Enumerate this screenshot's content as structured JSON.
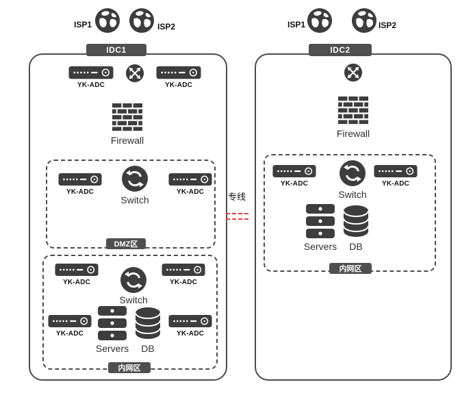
{
  "idc1": {
    "title": "IDC1",
    "isp1_label": "ISP1",
    "isp2_label": "ISP2",
    "top_adc_left_label": "YK-ADC",
    "top_adc_right_label": "YK-ADC",
    "firewall_label": "Firewall",
    "dmz": {
      "zone_label": "DMZ区",
      "adc_left_label": "YK-ADC",
      "switch_label": "Switch",
      "adc_right_label": "YK-ADC"
    },
    "intranet": {
      "zone_label": "内网区",
      "adc_top_left_label": "YK-ADC",
      "adc_top_right_label": "YK-ADC",
      "switch_label": "Switch",
      "servers_label": "Servers",
      "db_label": "DB",
      "adc_mid_left_label": "YK-ADC",
      "adc_mid_right_label": "YK-ADC"
    }
  },
  "idc2": {
    "title": "IDC2",
    "isp1_label": "ISP1",
    "isp2_label": "ISP2",
    "firewall_label": "Firewall",
    "intranet": {
      "zone_label": "内网区",
      "adc_left_label": "YK-ADC",
      "switch_label": "Switch",
      "adc_right_label": "YK-ADC",
      "servers_label": "Servers",
      "db_label": "DB"
    }
  },
  "interconnect": {
    "label": "专线"
  },
  "colors": {
    "icon_dark": "#3d3d3d",
    "badge_bg": "#4f4f4f",
    "container_border": "#4a4a4a",
    "leased_line_red": "#e23b41"
  }
}
